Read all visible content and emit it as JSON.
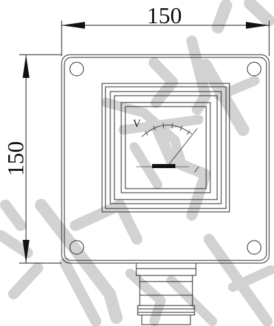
{
  "dimensions": {
    "width_label": "150",
    "height_label": "150"
  },
  "meter": {
    "unit_label": "V"
  },
  "watermark": {
    "text": "沈阳防爆"
  },
  "colors": {
    "line": "#111111",
    "watermark": "#d4d4d4",
    "background": "#ffffff"
  }
}
